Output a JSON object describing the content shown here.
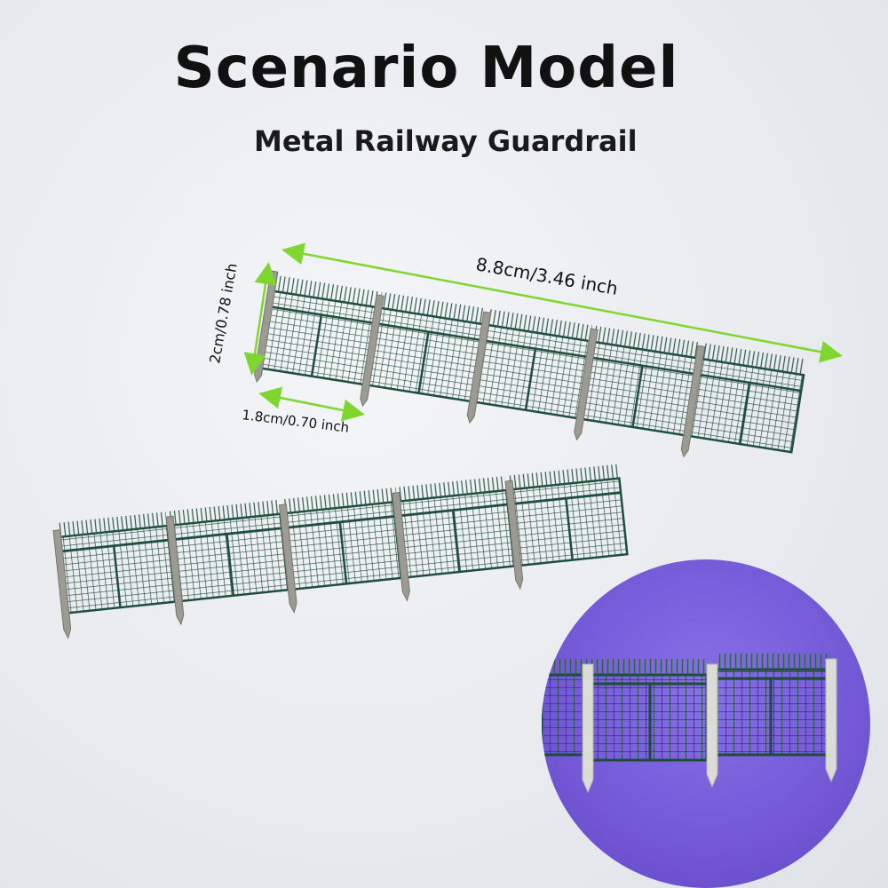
{
  "title": "Scenario Model",
  "subtitle": "Metal Railway Guardrail",
  "dimensions": {
    "length": "8.8cm/3.46 inch",
    "height": "2cm/0.78 inch",
    "panel_width": "1.8cm/0.70 inch"
  },
  "colors": {
    "fence_green": "#1f4f3c",
    "post_grey": "#9b9b94",
    "arrow_green": "#7fd62e",
    "inset_purple": "#7358d6"
  },
  "fences": {
    "top_panels": 5,
    "bottom_panels": 5,
    "inset_panels": 2
  }
}
